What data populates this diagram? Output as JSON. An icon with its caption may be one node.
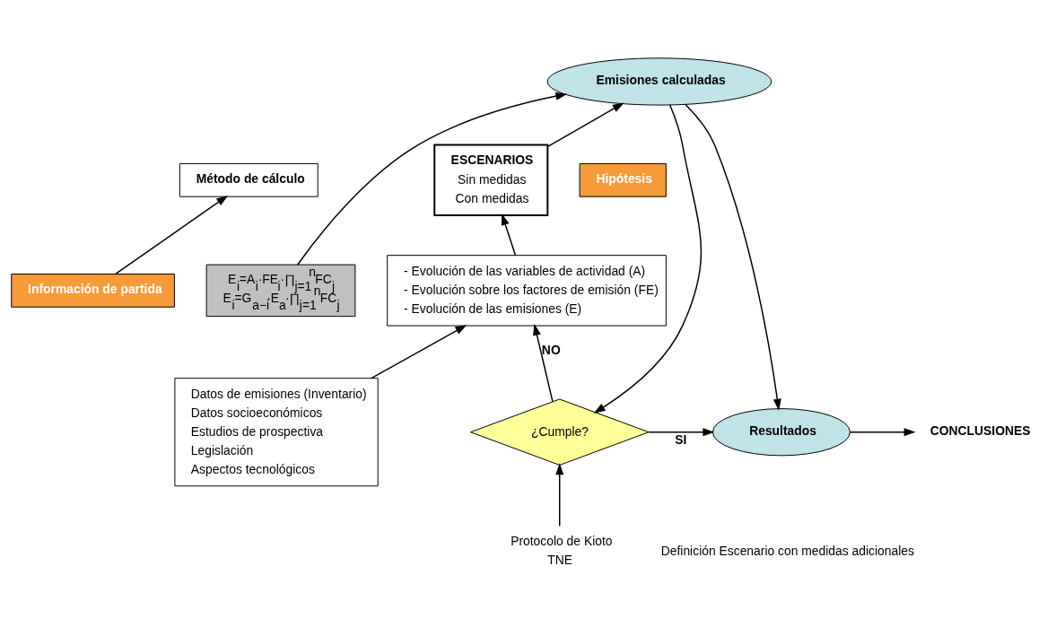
{
  "diagram": {
    "nodes": [
      {
        "text": [
          "CONCLUSIONES"
        ]
      },
      {
        "text": [
          "Resultados"
        ]
      },
      {
        "text": [
          "¿Cumple?"
        ]
      },
      {
        "text": [
          "Protocolo de Kioto",
          "TNE"
        ]
      },
      {
        "text": [
          "Método de cálculo"
        ]
      },
      {
        "text": [
          "E$_{i}$=A$_{i}$·FE$_{i}$·∏$_{j=1}$$^{n}$FC$_{j}$",
          "E$_{i}$=G$_{a−i}$·E$_{a}$·∏$_{j=1}$$^{n}$FC$_{j}$"
        ]
      },
      {
        "text": [
          "Emisiones calculadas"
        ]
      },
      {
        "text": [
          "ESCENARIOS",
          "Sin medidas",
          "Con medidas"
        ]
      },
      {
        "text": [
          "Información de partida"
        ]
      },
      {
        "text": [
          "Datos de emisiones (Inventario)",
          "Datos socioeconómicos",
          "Estudios de prospectiva",
          "Legislación",
          "Aspectos tecnológicos"
        ]
      },
      {
        "text": [
          "Hipótesis"
        ]
      },
      {
        "text": [
          "- Evolución de las variables de actividad (A)",
          "- Evolución sobre los factores de emisión (FE)",
          "- Evolución de las emisiones (E)"
        ]
      }
    ],
    "edges": [
      {
        "from": 1,
        "to": 0,
        "arrow": "to"
      },
      {
        "from": 2,
        "to": 1,
        "arrow": "to",
        "label": "SI"
      },
      {
        "from": 2,
        "to": 11,
        "arrow": "to",
        "label": "NO"
      },
      {
        "from": 6,
        "to": 1,
        "arrow": "to"
      },
      {
        "from": 6,
        "to": 2,
        "arrow": "to"
      },
      {
        "from": 3,
        "to": 2,
        "arrow": "to"
      },
      {
        "from": 5,
        "to": 6,
        "arrow": "to"
      },
      {
        "from": 7,
        "to": 6,
        "arrow": "to"
      },
      {
        "from": 8,
        "to": 4,
        "arrow": "to"
      },
      {
        "from": 9,
        "to": 11,
        "arrow": "to"
      },
      {
        "from": 11,
        "to": 7,
        "arrow": "to"
      }
    ],
    "labels": [
      "Definición Escenario con medidas adicionales"
    ]
  }
}
